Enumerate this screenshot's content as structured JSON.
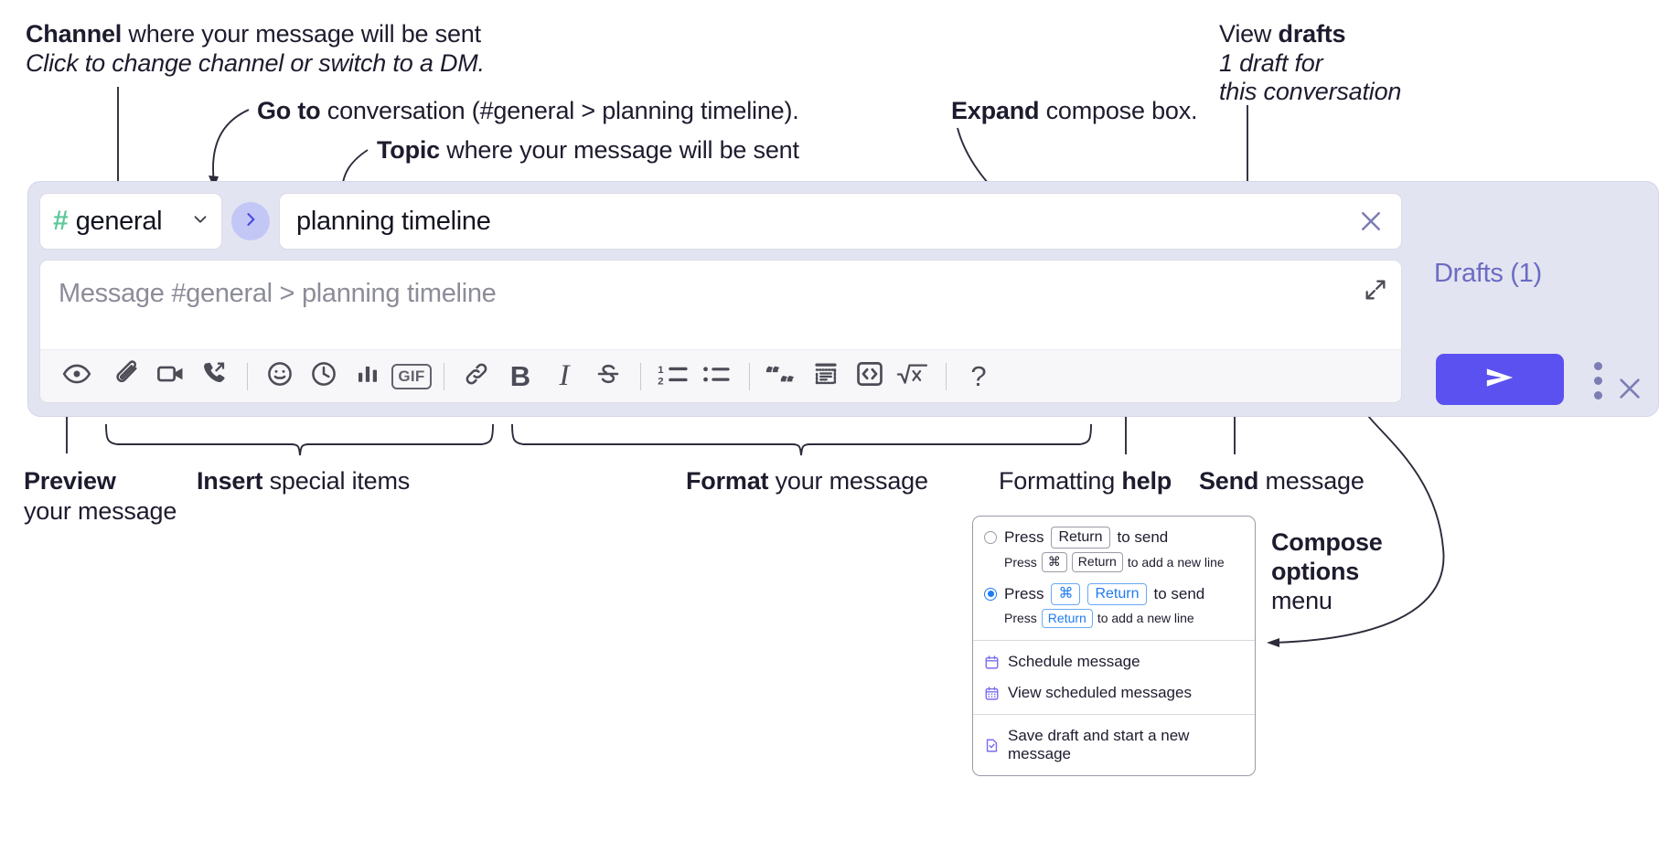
{
  "annotations": {
    "channel": {
      "bold": "Channel",
      "rest": " where your message will be sent",
      "italic": "Click to change channel or switch to a DM."
    },
    "goto": {
      "bold": "Go to",
      "rest": " conversation (#general > planning timeline)."
    },
    "topic": {
      "bold": "Topic",
      "rest": " where your message will be sent"
    },
    "expand": {
      "bold": "Expand",
      "rest": " compose box."
    },
    "drafts": {
      "lead": "View ",
      "bold": "drafts",
      "italic1": "1 draft for",
      "italic2": "this conversation"
    },
    "preview": {
      "bold": "Preview",
      "line2": "your message"
    },
    "insert": {
      "bold": "Insert",
      "rest": " special items"
    },
    "format": {
      "bold": "Format",
      "rest": " your message"
    },
    "formatting_help": {
      "lead": "Formatting ",
      "bold": "help"
    },
    "send": {
      "bold": "Send",
      "rest": " message"
    },
    "compose_options": {
      "bold1": "Compose",
      "bold2": "options",
      "rest": "menu"
    }
  },
  "compose": {
    "channel": {
      "hash": "#",
      "name": "general",
      "caret_icon": "chevron-down-icon"
    },
    "goto_icon": "chevron-right-icon",
    "topic": {
      "value": "planning timeline",
      "clear_icon": "close-icon"
    },
    "message": {
      "placeholder": "Message #general > planning timeline",
      "expand_icon": "expand-arrows-icon"
    },
    "drafts_label": "Drafts (1)",
    "send_icon": "send-paper-plane-icon",
    "options_icon": "kebab-menu-icon",
    "close_icon": "close-icon",
    "toolbar": [
      {
        "name": "preview-message",
        "icon": "eye-icon",
        "label": ""
      },
      {
        "name": "attach-file",
        "icon": "paperclip-icon",
        "label": ""
      },
      {
        "name": "record-video-clip",
        "icon": "video-camera-icon",
        "label": ""
      },
      {
        "name": "start-huddle",
        "icon": "phone-forward-icon",
        "label": ""
      },
      {
        "name": "emoji",
        "icon": "smiley-icon",
        "label": ""
      },
      {
        "name": "schedule-send",
        "icon": "clock-icon",
        "label": ""
      },
      {
        "name": "create-poll",
        "icon": "bar-chart-icon",
        "label": ""
      },
      {
        "name": "insert-gif",
        "icon": "gif-icon",
        "label": "GIF"
      },
      {
        "name": "insert-link",
        "icon": "link-icon",
        "label": ""
      },
      {
        "name": "bold",
        "icon": "bold-icon",
        "label": "B"
      },
      {
        "name": "italic",
        "icon": "italic-icon",
        "label": "I"
      },
      {
        "name": "strikethrough",
        "icon": "strikethrough-icon",
        "label": "S"
      },
      {
        "name": "ordered-list",
        "icon": "ordered-list-icon",
        "label": ""
      },
      {
        "name": "bulleted-list",
        "icon": "bulleted-list-icon",
        "label": ""
      },
      {
        "name": "blockquote",
        "icon": "quote-icon",
        "label": ""
      },
      {
        "name": "code-block",
        "icon": "code-block-icon",
        "label": ""
      },
      {
        "name": "inline-code",
        "icon": "code-brackets-icon",
        "label": ""
      },
      {
        "name": "latex",
        "icon": "square-root-x-icon",
        "label": ""
      },
      {
        "name": "formatting-help",
        "icon": "question-mark-icon",
        "label": "?"
      }
    ]
  },
  "menu": {
    "options": [
      {
        "selected": false,
        "parts": [
          "Press",
          "Return",
          "to send"
        ],
        "sub_parts": [
          "Press",
          "⌘",
          "Return",
          "to add a new line"
        ],
        "sub_keys": 2
      },
      {
        "selected": true,
        "parts": [
          "Press",
          "⌘",
          "Return",
          "to send"
        ],
        "sub_parts": [
          "Press",
          "Return",
          "to add a new line"
        ],
        "sub_keys": 1
      }
    ],
    "items": [
      {
        "icon": "calendar-icon",
        "label": "Schedule message"
      },
      {
        "icon": "calendar-grid-icon",
        "label": "View scheduled messages"
      },
      {
        "icon": "document-check-icon",
        "label": "Save draft and start a new message"
      }
    ]
  },
  "colors": {
    "panel_bg": "#e3e4f1",
    "send_purple": "#5b51f0",
    "drafts_purple": "#6b6bc4",
    "hash_green": "#5ec89a",
    "goto_circle": "#c3c7f5",
    "radio_blue": "#1f7cf2"
  }
}
